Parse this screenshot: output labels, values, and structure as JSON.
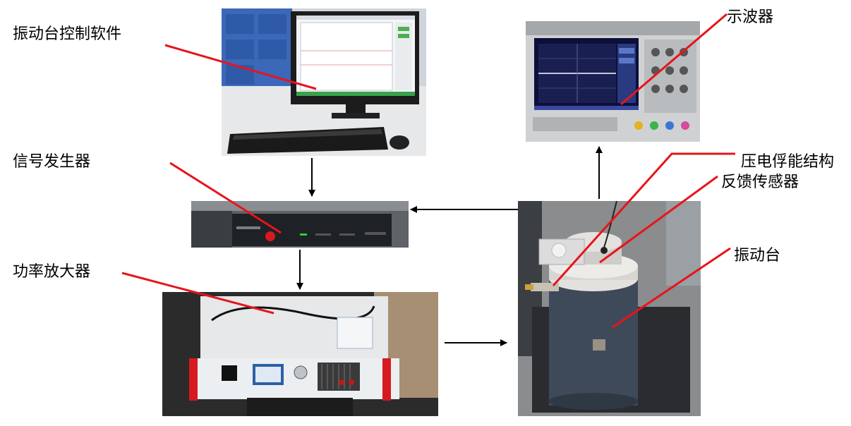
{
  "labels": {
    "control_software": "振动台控制软件",
    "signal_generator": "信号发生器",
    "power_amplifier": "功率放大器",
    "oscilloscope": "示波器",
    "piezo_structure": "压电俘能结构",
    "feedback_sensor": "反馈传感器",
    "shaker": "振动台"
  },
  "colors": {
    "pointer_line": "#e8141b",
    "arrow": "#000000"
  }
}
